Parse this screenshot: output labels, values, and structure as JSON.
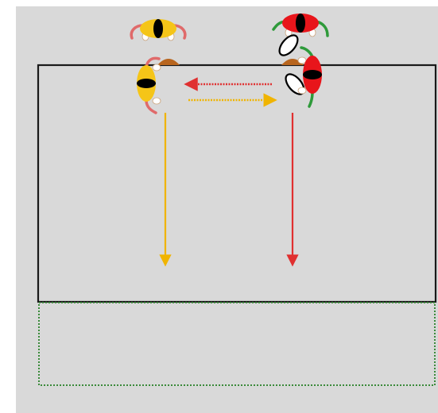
{
  "diagram": {
    "colors": {
      "background": "#d9d9d9",
      "page": "#ffffff",
      "field_line": "#1a1a1a",
      "end_zone_line": "#3a8a3a",
      "team_yellow": "#f5c518",
      "team_yellow_arm": "#e06a6a",
      "team_red": "#e8151b",
      "team_red_arm": "#2e9a3a",
      "player_head": "#000000",
      "hand": "#ffffff",
      "cone": "#b8651e",
      "ball_fill": "#ffffff",
      "ball_stroke": "#000000",
      "arrow_yellow": "#f0b400",
      "arrow_red": "#e03030"
    },
    "players": [
      {
        "team": "yellow",
        "role": "waiting-player",
        "facing": "down"
      },
      {
        "team": "red",
        "role": "waiting-player",
        "facing": "down"
      },
      {
        "team": "yellow",
        "role": "active-player",
        "facing": "right"
      },
      {
        "team": "red",
        "role": "active-player",
        "facing": "left"
      }
    ],
    "cones": 2,
    "balls": 2,
    "arrows": [
      {
        "type": "pass",
        "team": "red",
        "direction": "left",
        "style": "dotted"
      },
      {
        "type": "pass",
        "team": "yellow",
        "direction": "right",
        "style": "dotted"
      },
      {
        "type": "run",
        "team": "yellow",
        "direction": "down",
        "style": "solid"
      },
      {
        "type": "run",
        "team": "red",
        "direction": "down",
        "style": "solid"
      }
    ],
    "icons": [
      "player-yellow-icon",
      "player-red-icon",
      "cone-icon",
      "rugby-ball-icon"
    ]
  }
}
